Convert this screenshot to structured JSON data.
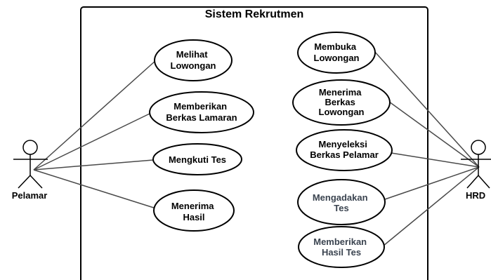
{
  "system": {
    "title": "Sistem Rekrutmen"
  },
  "actors": {
    "pelamar": {
      "label": "Pelamar"
    },
    "hrd": {
      "label": "HRD"
    }
  },
  "use_cases": {
    "melihat_lowongan": {
      "lines": [
        "Melihat",
        "Lowongan"
      ]
    },
    "memberikan_berkas_lamaran": {
      "lines": [
        "Memberikan",
        "Berkas Lamaran"
      ]
    },
    "mengkuti_tes": {
      "lines": [
        "Mengkuti Tes"
      ]
    },
    "menerima_hasil": {
      "lines": [
        "Menerima",
        "Hasil"
      ]
    },
    "membuka_lowongan": {
      "lines": [
        "Membuka",
        "Lowongan"
      ]
    },
    "menerima_berkas_lowongan": {
      "lines": [
        "Menerima",
        "Berkas",
        "Lowongan"
      ]
    },
    "menyeleksi_berkas_pelamar": {
      "lines": [
        "Menyeleksi",
        "Berkas Pelamar"
      ]
    },
    "mengadakan_tes": {
      "lines": [
        "Mengadakan",
        "Tes"
      ]
    },
    "memberikan_hasil_tes": {
      "lines": [
        "Memberikan",
        "Hasil Tes"
      ]
    }
  },
  "colors": {
    "stroke": "#000000",
    "association": "#4a4a4a",
    "text_dark": "#000000",
    "text_muted": "#3b4450"
  }
}
